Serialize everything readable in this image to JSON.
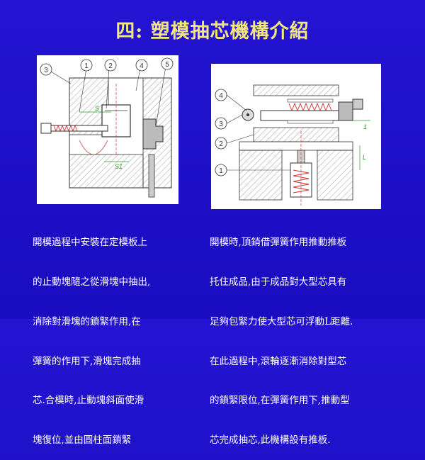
{
  "title": "四:    塑模抽芯機構介紹",
  "left_figure": {
    "callouts": [
      "3",
      "1",
      "2",
      "4",
      "5"
    ],
    "annotations": [
      "S",
      "S1"
    ]
  },
  "right_figure": {
    "callouts": [
      "4",
      "3",
      "2",
      "1"
    ],
    "annotations": [
      "1",
      "L"
    ]
  },
  "left_caption": [
    "開模過程中安裝在定模板上",
    "的止動塊隨之從滑塊中抽出,",
    "消除對滑塊的鎖緊作用,在",
    "彈簧的作用下,滑塊完成抽",
    "芯.合模時,止動塊斜面使滑",
    "塊復位,並由圓柱面鎖緊"
  ],
  "right_caption": [
    "開模時,頂銷借彈簧作用推動推板",
    "托住成品,由于成品對大型芯具有",
    "足夠包緊力使大型芯可浮動L距離.",
    "在此過程中,滾輪逐漸消除對型芯",
    "的鎖緊限位,在彈簧作用下,推動型",
    "芯完成抽芯,此機構設有推板."
  ]
}
